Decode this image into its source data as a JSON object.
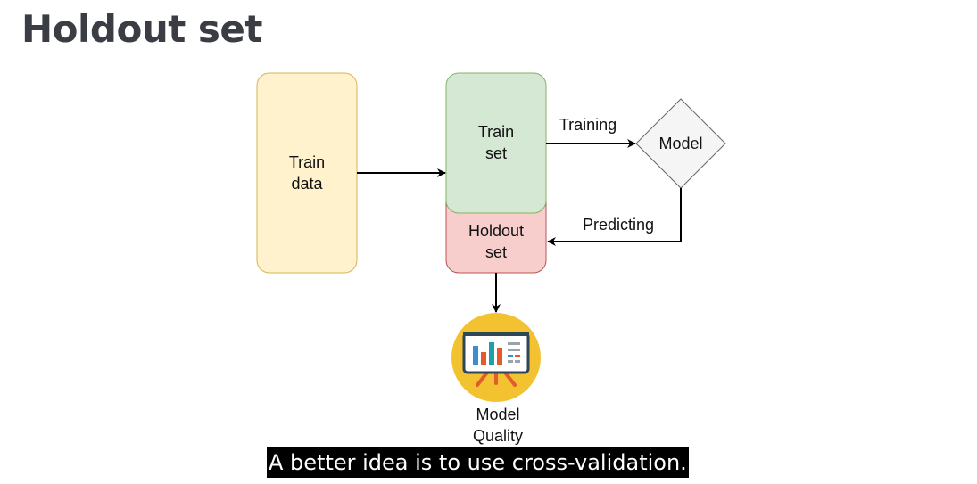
{
  "title": "Holdout set",
  "diagram": {
    "train_data": [
      "Train",
      "data"
    ],
    "train_set": [
      "Train",
      "set"
    ],
    "holdout_set": [
      "Holdout",
      "set"
    ],
    "model": "Model",
    "training_label": "Training",
    "predicting_label": "Predicting",
    "quality": [
      "Model",
      "Quality"
    ],
    "colors": {
      "train_data_fill": "#fff2cc",
      "train_data_stroke": "#d6b656",
      "train_set_fill": "#d5e8d4",
      "train_set_stroke": "#82b366",
      "holdout_fill": "#f8cecc",
      "holdout_stroke": "#b85450",
      "model_fill": "#f5f5f5",
      "model_stroke": "#666666",
      "quality_icon_bg": "#f2c230"
    },
    "icons": [
      "presentation-chart-icon"
    ]
  },
  "subtitle_caption": "A better idea is to use cross-validation."
}
